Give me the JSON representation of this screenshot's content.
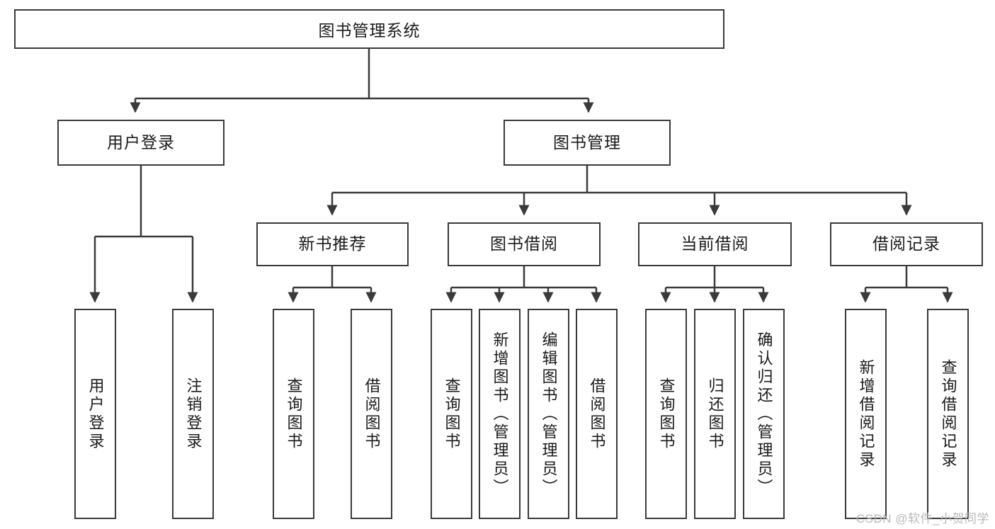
{
  "diagram": {
    "title_node": {
      "label": "图书管理系统"
    },
    "level2": [
      {
        "id": "user-login",
        "label": "用户登录"
      },
      {
        "id": "book-management",
        "label": "图书管理"
      }
    ],
    "level3": [
      {
        "id": "new-book-recommend",
        "label": "新书推荐"
      },
      {
        "id": "book-borrow",
        "label": "图书借阅"
      },
      {
        "id": "current-borrow",
        "label": "当前借阅"
      },
      {
        "id": "borrow-record",
        "label": "借阅记录"
      }
    ],
    "leaves": {
      "user_login": [
        {
          "id": "leaf-user-login",
          "label": "用户登录"
        },
        {
          "id": "leaf-logout-login",
          "label": "注销登录"
        }
      ],
      "new_book_recommend": [
        {
          "id": "leaf-query-book-1",
          "label": "查询图书"
        },
        {
          "id": "leaf-borrow-book-1",
          "label": "借阅图书"
        }
      ],
      "book_borrow": [
        {
          "id": "leaf-query-book-2",
          "label": "查询图书"
        },
        {
          "id": "leaf-add-book",
          "label": "新增图书（管理员）"
        },
        {
          "id": "leaf-edit-book",
          "label": "编辑图书（管理员）"
        },
        {
          "id": "leaf-borrow-book-2",
          "label": "借阅图书"
        }
      ],
      "current_borrow": [
        {
          "id": "leaf-query-book-3",
          "label": "查询图书"
        },
        {
          "id": "leaf-return-book",
          "label": "归还图书"
        },
        {
          "id": "leaf-confirm-return",
          "label": "确认归还（管理员）"
        }
      ],
      "borrow_record": [
        {
          "id": "leaf-add-record",
          "label": "新增借阅记录"
        },
        {
          "id": "leaf-query-record",
          "label": "查询借阅记录"
        }
      ]
    },
    "watermark": "CSDN @软件_小贺同学",
    "colors": {
      "stroke": "#3a3a3a",
      "fill": "#ffffff",
      "text": "#1a1a1a",
      "watermark": "#b9b9b9"
    }
  }
}
